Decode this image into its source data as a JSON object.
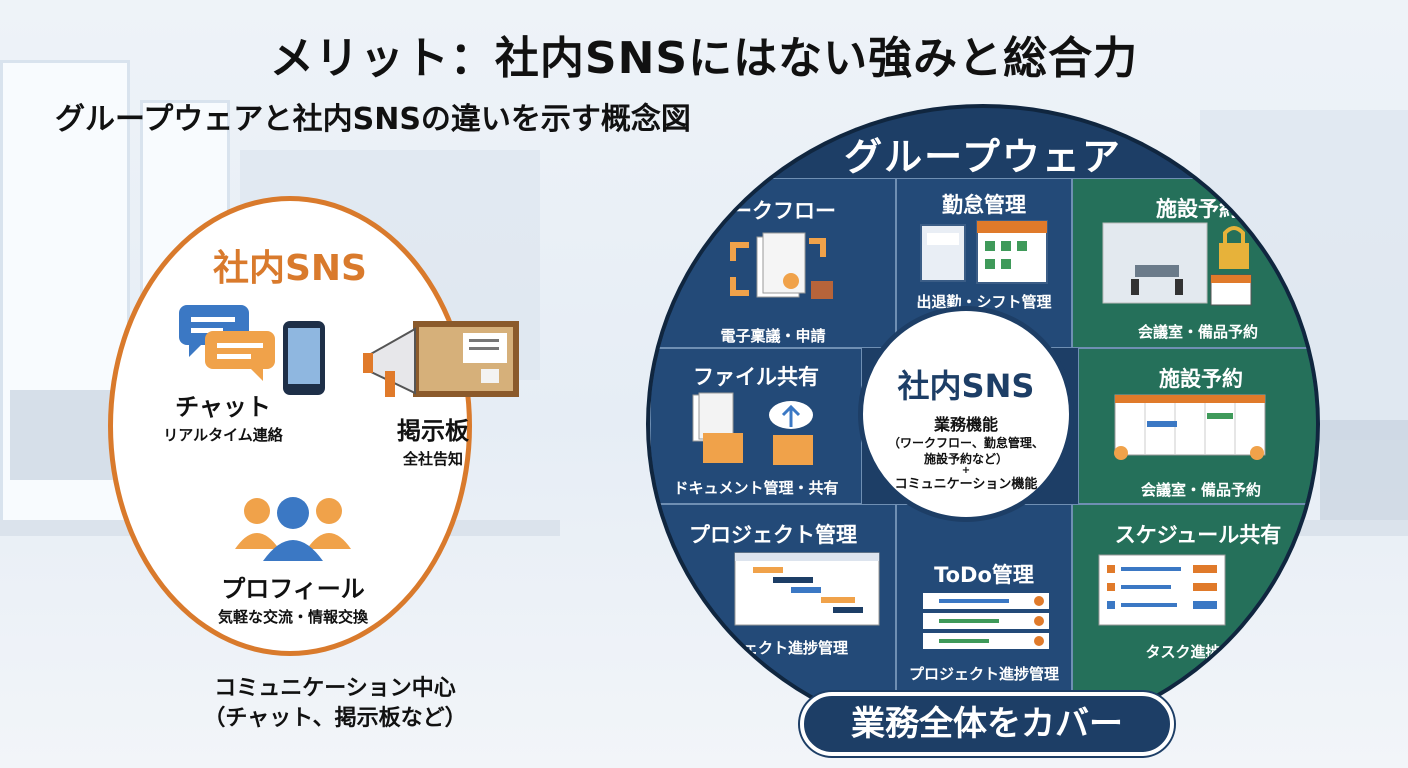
{
  "title": "メリット：社内SNSにはない強みと総合力",
  "subtitle": "グループウェアと社内SNSの違いを示す概念図",
  "sns": {
    "title": "社内SNS",
    "items": [
      {
        "label": "チャット",
        "sub": "リアルタイム連絡",
        "icon": "chat-icon"
      },
      {
        "label": "掲示板",
        "sub": "全社告知",
        "icon": "megaphone-board-icon"
      },
      {
        "label": "プロフィール",
        "sub": "気軽な交流・情報交換",
        "icon": "people-icon"
      }
    ],
    "caption_line1": "コミュニケーション中心",
    "caption_line2": "（チャット、掲示板など）"
  },
  "groupware": {
    "title": "グループウェア",
    "cells": [
      {
        "head": "ワークフロー",
        "foot": "電子稟議・申請",
        "icon": "document-flow-icon"
      },
      {
        "head": "勤怠管理",
        "foot": "出退勤・シフト管理",
        "icon": "calendar-clock-icon"
      },
      {
        "head": "施設予約",
        "foot": "会議室・備品予約",
        "icon": "meeting-room-lock-icon"
      },
      {
        "head": "ファイル共有",
        "foot": "ドキュメント管理・共有",
        "icon": "folder-cloud-icon"
      },
      {
        "head": "施設予約",
        "foot": "会議室・備品予約",
        "icon": "booking-calendar-icon"
      },
      {
        "head": "プロジェクト管理",
        "foot": "プロジェクト進捗管理",
        "icon": "gantt-chart-icon"
      },
      {
        "head": "ToDo管理",
        "foot": "プロジェクト進捗管理",
        "icon": "todo-list-icon"
      },
      {
        "head": "スケジュール共有",
        "foot": "タスク進捗把握",
        "icon": "task-list-icon"
      }
    ],
    "center": {
      "title": "社内SNS",
      "line1": "業務機能",
      "line2a": "（ワークフロー、勤怠管理、",
      "line2b": "施設予約など）",
      "plus": "+",
      "line3": "コミュニケーション機能"
    },
    "cover": "業務全体をカバー"
  },
  "colors": {
    "orange": "#d97a2c",
    "navy": "#1d3e66",
    "blue_cell": "#234a78",
    "green_cell": "#25705a"
  }
}
